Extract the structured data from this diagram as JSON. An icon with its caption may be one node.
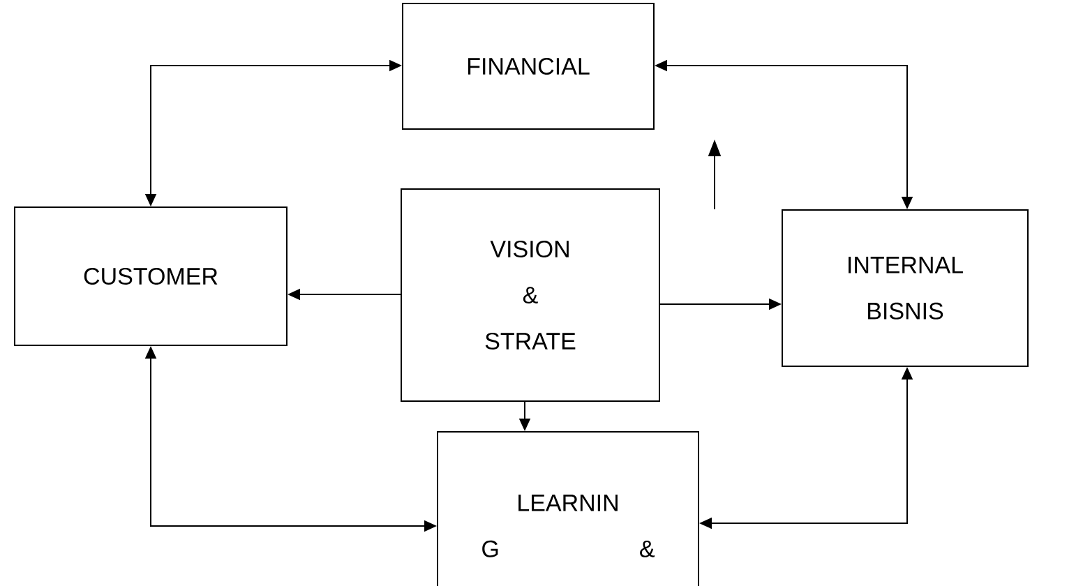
{
  "diagram": {
    "nodes": [
      {
        "text": [
          "FINANCIAL"
        ]
      },
      {
        "text": [
          "CUSTOMER"
        ]
      },
      {
        "text": [
          "VISION & STRATE"
        ]
      },
      {
        "text": [
          "INTERNAL BISNIS"
        ]
      },
      {
        "text": [
          "LEARNIN G &"
        ]
      }
    ],
    "edges": [
      {
        "from": 1,
        "to": 0,
        "arrow": "both"
      },
      {
        "from": 0,
        "to": 3,
        "arrow": "both"
      },
      {
        "from": 2,
        "to": 1,
        "arrow": "to"
      },
      {
        "from": 2,
        "to": 3,
        "arrow": "to"
      },
      {
        "from": 2,
        "to": 4,
        "arrow": "to"
      },
      {
        "from": 1,
        "to": 4,
        "arrow": "both"
      },
      {
        "from": 3,
        "to": 4,
        "arrow": "both"
      }
    ]
  }
}
